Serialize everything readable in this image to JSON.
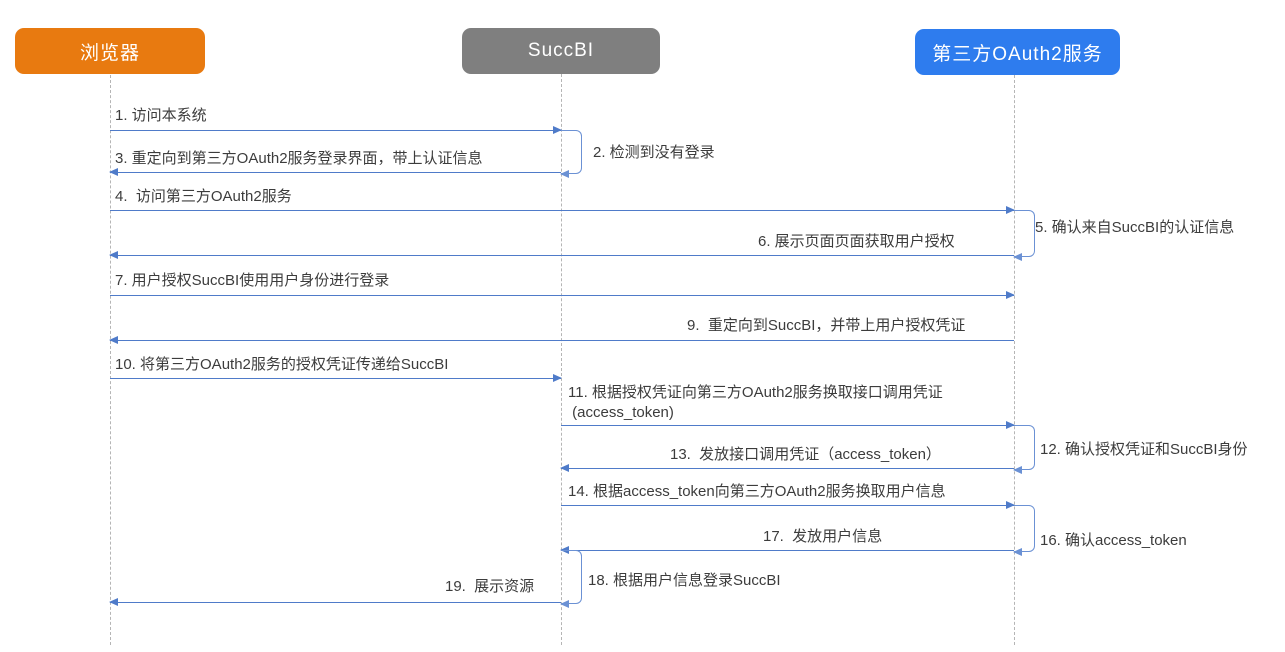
{
  "diagram_type": "sequence-diagram",
  "actors": {
    "browser": {
      "label": "浏览器",
      "color": "#e87a10"
    },
    "succbi": {
      "label": "SuccBI",
      "color": "#7f7f7f"
    },
    "oauth": {
      "label": "第三方OAuth2服务",
      "color": "#2e7cee"
    }
  },
  "messages": {
    "1": {
      "text": "1. 访问本系统",
      "from": "浏览器",
      "to": "SuccBI",
      "kind": "message"
    },
    "2": {
      "text": "2. 检测到没有登录",
      "on": "SuccBI",
      "kind": "self-message"
    },
    "3": {
      "text": "3. 重定向到第三方OAuth2服务登录界面，带上认证信息",
      "from": "SuccBI",
      "to": "浏览器",
      "kind": "message"
    },
    "4": {
      "text": "4.  访问第三方OAuth2服务",
      "from": "浏览器",
      "to": "第三方OAuth2服务",
      "kind": "message"
    },
    "5": {
      "text": "5. 确认来自SuccBI的认证信息",
      "on": "第三方OAuth2服务",
      "kind": "self-message"
    },
    "6": {
      "text": "6. 展示页面页面获取用户授权",
      "from": "第三方OAuth2服务",
      "to": "浏览器",
      "kind": "message"
    },
    "7": {
      "text": "7. 用户授权SuccBI使用用户身份进行登录",
      "from": "浏览器",
      "to": "第三方OAuth2服务",
      "kind": "message"
    },
    "9": {
      "text": "9.  重定向到SuccBI，并带上用户授权凭证",
      "from": "第三方OAuth2服务",
      "to": "浏览器",
      "kind": "message"
    },
    "10": {
      "text": "10. 将第三方OAuth2服务的授权凭证传递给SuccBI",
      "from": "浏览器",
      "to": "SuccBI",
      "kind": "message"
    },
    "11": {
      "text": "11. 根据授权凭证向第三方OAuth2服务换取接口调用凭证\n (access_token)",
      "from": "SuccBI",
      "to": "第三方OAuth2服务",
      "kind": "message"
    },
    "12": {
      "text": "12. 确认授权凭证和SuccBI身份",
      "on": "第三方OAuth2服务",
      "kind": "self-message"
    },
    "13": {
      "text": "13.  发放接口调用凭证（access_token）",
      "from": "第三方OAuth2服务",
      "to": "SuccBI",
      "kind": "message"
    },
    "14": {
      "text": "14. 根据access_token向第三方OAuth2服务换取用户信息",
      "from": "SuccBI",
      "to": "第三方OAuth2服务",
      "kind": "message"
    },
    "16": {
      "text": "16. 确认access_token",
      "on": "第三方OAuth2服务",
      "kind": "self-message"
    },
    "17": {
      "text": "17.  发放用户信息",
      "from": "第三方OAuth2服务",
      "to": "SuccBI",
      "kind": "message"
    },
    "18": {
      "text": "18. 根据用户信息登录SuccBI",
      "on": "SuccBI",
      "kind": "self-message"
    },
    "19": {
      "text": "19.  展示资源",
      "from": "SuccBI",
      "to": "浏览器",
      "kind": "message"
    }
  },
  "colors": {
    "actor_browser": "#e87a10",
    "actor_succbi": "#7f7f7f",
    "actor_oauth": "#2e7cee",
    "arrow": "#4f7bc9",
    "self_bracket": "#6b91d4",
    "lifeline": "#b5b5b5",
    "label_text": "#3c3c3c",
    "background": "#ffffff"
  }
}
